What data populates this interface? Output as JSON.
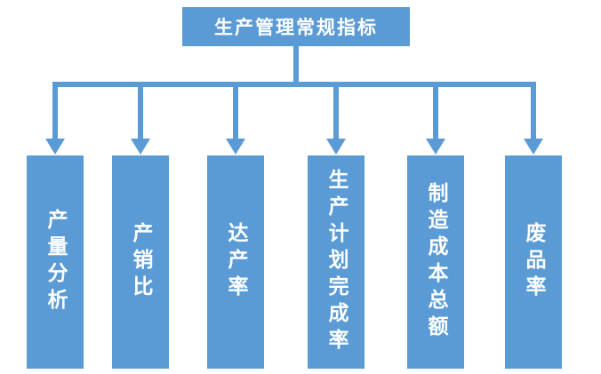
{
  "colors": {
    "accent": "#5B9BD5",
    "node-text": "#FFFFFF",
    "background": "#FFFFFF"
  },
  "diagram": {
    "title": "生产管理常规指标",
    "root": {
      "label": "生产管理常规指标"
    },
    "children": [
      {
        "label": "产量分析"
      },
      {
        "label": "产销比"
      },
      {
        "label": "达产率"
      },
      {
        "label": "生产计划完成率"
      },
      {
        "label": "制造成本总额"
      },
      {
        "label": "废品率"
      }
    ]
  }
}
